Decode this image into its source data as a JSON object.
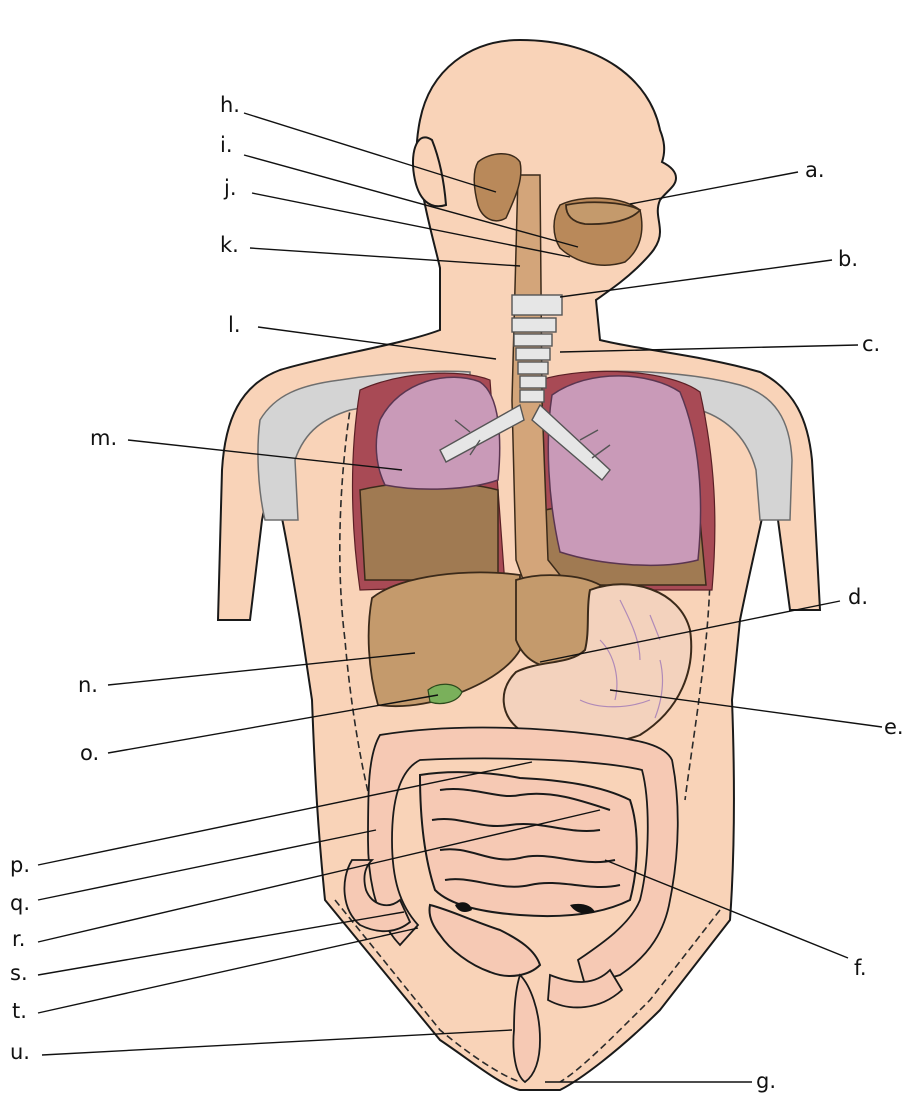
{
  "labels": [
    {
      "id": "a",
      "text": "a."
    },
    {
      "id": "b",
      "text": "b."
    },
    {
      "id": "c",
      "text": "c."
    },
    {
      "id": "d",
      "text": "d."
    },
    {
      "id": "e",
      "text": "e."
    },
    {
      "id": "f",
      "text": "f."
    },
    {
      "id": "g",
      "text": "g."
    },
    {
      "id": "h",
      "text": "h."
    },
    {
      "id": "i",
      "text": "i."
    },
    {
      "id": "j",
      "text": "j."
    },
    {
      "id": "k",
      "text": "k."
    },
    {
      "id": "l",
      "text": "l."
    },
    {
      "id": "m",
      "text": "m."
    },
    {
      "id": "n",
      "text": "n."
    },
    {
      "id": "o",
      "text": "o."
    },
    {
      "id": "p",
      "text": "p."
    },
    {
      "id": "q",
      "text": "q."
    },
    {
      "id": "r",
      "text": "r."
    },
    {
      "id": "s",
      "text": "s."
    },
    {
      "id": "t",
      "text": "t."
    },
    {
      "id": "u",
      "text": "u."
    }
  ],
  "colors": {
    "skin": "#f9d3b8",
    "bone": "#d4d4d4",
    "lung": "#c99ab8",
    "organ": "#c49a6c",
    "intestine": "#f6c9b4",
    "gallbladder": "#7ab05b"
  }
}
